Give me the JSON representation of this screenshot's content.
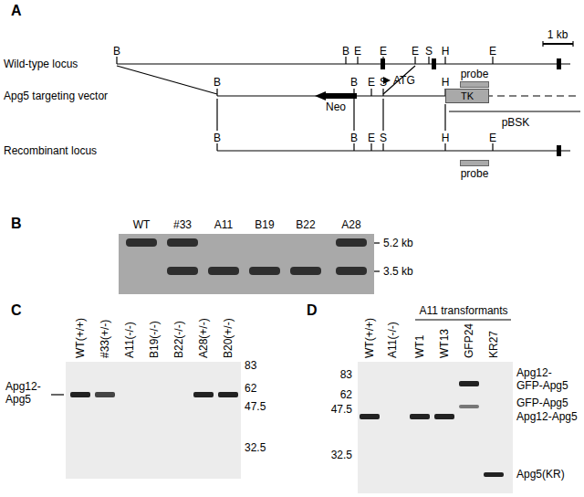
{
  "diagram": {
    "nodes": [
      {
        "text": [
          "probe"
        ]
      },
      {
        "text": [
          "Neo"
        ]
      },
      {
        "text": [
          "TK"
        ]
      },
      {
        "text": [
          "probe"
        ]
      }
    ],
    "labels": [
      "A",
      "1 kb",
      "Wild-type locus",
      "B",
      "B",
      "E",
      "E",
      "E",
      "S",
      "H",
      "E",
      "ATG",
      "Apg5 targeting vector",
      "B",
      "B",
      "E",
      "S",
      "H",
      "pBSK",
      "Recombinant locus",
      "B",
      "B",
      "E",
      "S",
      "H",
      "E",
      "B",
      "WT",
      "#33",
      "A11",
      "B19",
      "B22",
      "A28",
      "5.2 kb",
      "3.5 kb",
      "C",
      "WT(+/+)",
      "#33(+/-)",
      "A11(-/-)",
      "B19(-/-)",
      "B22(-/-)",
      "A28(+/-)",
      "B20(+/-)",
      "Apg12- Apg5",
      "83",
      "62",
      "47.5",
      "32.5",
      "D",
      "A11 transformants",
      "WT(+/+)",
      "A11(-/-)",
      "WT1",
      "WT13",
      "GFP24",
      "KR27",
      "83",
      "62",
      "47.5",
      "32.5",
      "Apg12- GFP-Apg5",
      "GFP-Apg5",
      "Apg12-Apg5",
      "Apg5(KR)"
    ]
  }
}
